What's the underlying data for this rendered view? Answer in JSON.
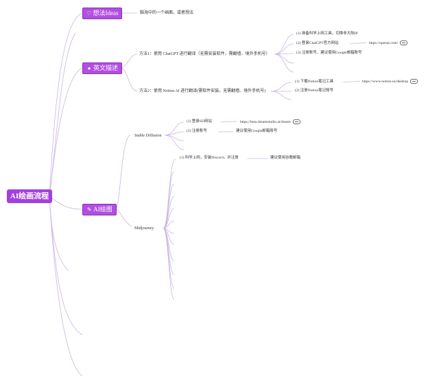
{
  "root": {
    "label": "AI绘画流程"
  },
  "branches": {
    "ideas": {
      "label": "想法Ideas",
      "icon": "heart-icon",
      "note": "脑海中的一个画面，或者想法"
    },
    "english": {
      "label": "英文描述",
      "icon": "globe-icon",
      "method1": {
        "label": "方法1：使用 ChatGPT 进行翻译（无需安装软件，需翻墙、境外手机号）",
        "steps": [
          "(1) 准备科学上网工具，切换非大陆IP",
          "(2) 登录ChatGPT官方网站",
          "(3) 注册账号，建议使用Google邮箱账号"
        ],
        "url": "https://openai.com/"
      },
      "method2": {
        "label": "方法2：使用 Notion AI 进行翻译(需软件安装，无需翻墙、境外手机号)",
        "steps": [
          "(1) 下载Notion笔记工具",
          "(2) 注册Notion笔记账号"
        ],
        "url": "https://www.notion.so/desktop"
      }
    },
    "ai": {
      "label": "AI绘图",
      "icon": "ai-icon",
      "sd": {
        "label": "Stable Diffusion",
        "steps": [
          "(1) 登录SD网站",
          "(2) 注册账号"
        ],
        "url": "https://beta.dreamstudio.ai/dream",
        "tip": "建议使用Google邮箱账号"
      },
      "mj": {
        "label": "Midjourney",
        "steps": [
          "(1) 科学上网，安装Discord，并注册"
        ],
        "tip": "建议使用谷歌邮箱"
      }
    }
  },
  "colors": {
    "accent": "#b14fe0",
    "line": "#c9b4e6"
  }
}
